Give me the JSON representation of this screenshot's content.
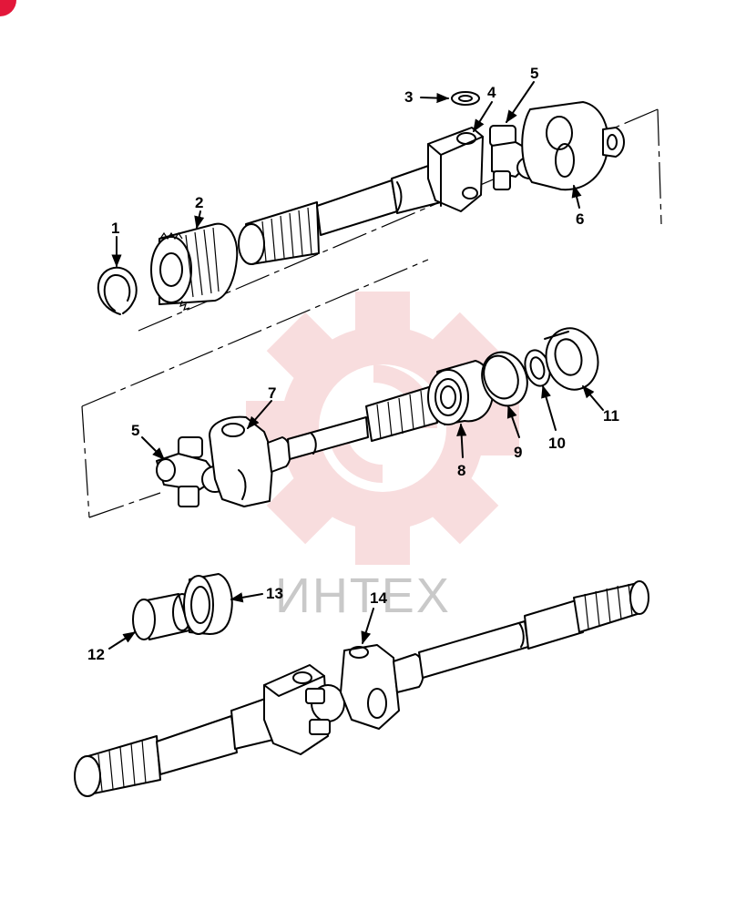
{
  "watermark": {
    "text": "ИНТЕХ",
    "color": "#e8898c"
  },
  "callouts": [
    {
      "id": "c1",
      "label": "1"
    },
    {
      "id": "c2",
      "label": "2"
    },
    {
      "id": "c3",
      "label": "3"
    },
    {
      "id": "c4",
      "label": "4"
    },
    {
      "id": "c5a",
      "label": "5"
    },
    {
      "id": "c6",
      "label": "6"
    },
    {
      "id": "c5b",
      "label": "5"
    },
    {
      "id": "c7",
      "label": "7"
    },
    {
      "id": "c8",
      "label": "8"
    },
    {
      "id": "c9",
      "label": "9"
    },
    {
      "id": "c10",
      "label": "10"
    },
    {
      "id": "c11",
      "label": "11"
    },
    {
      "id": "c12",
      "label": "12"
    },
    {
      "id": "c13",
      "label": "13"
    },
    {
      "id": "c14",
      "label": "14"
    }
  ],
  "corner_badge": {
    "color": "#e3173a"
  }
}
